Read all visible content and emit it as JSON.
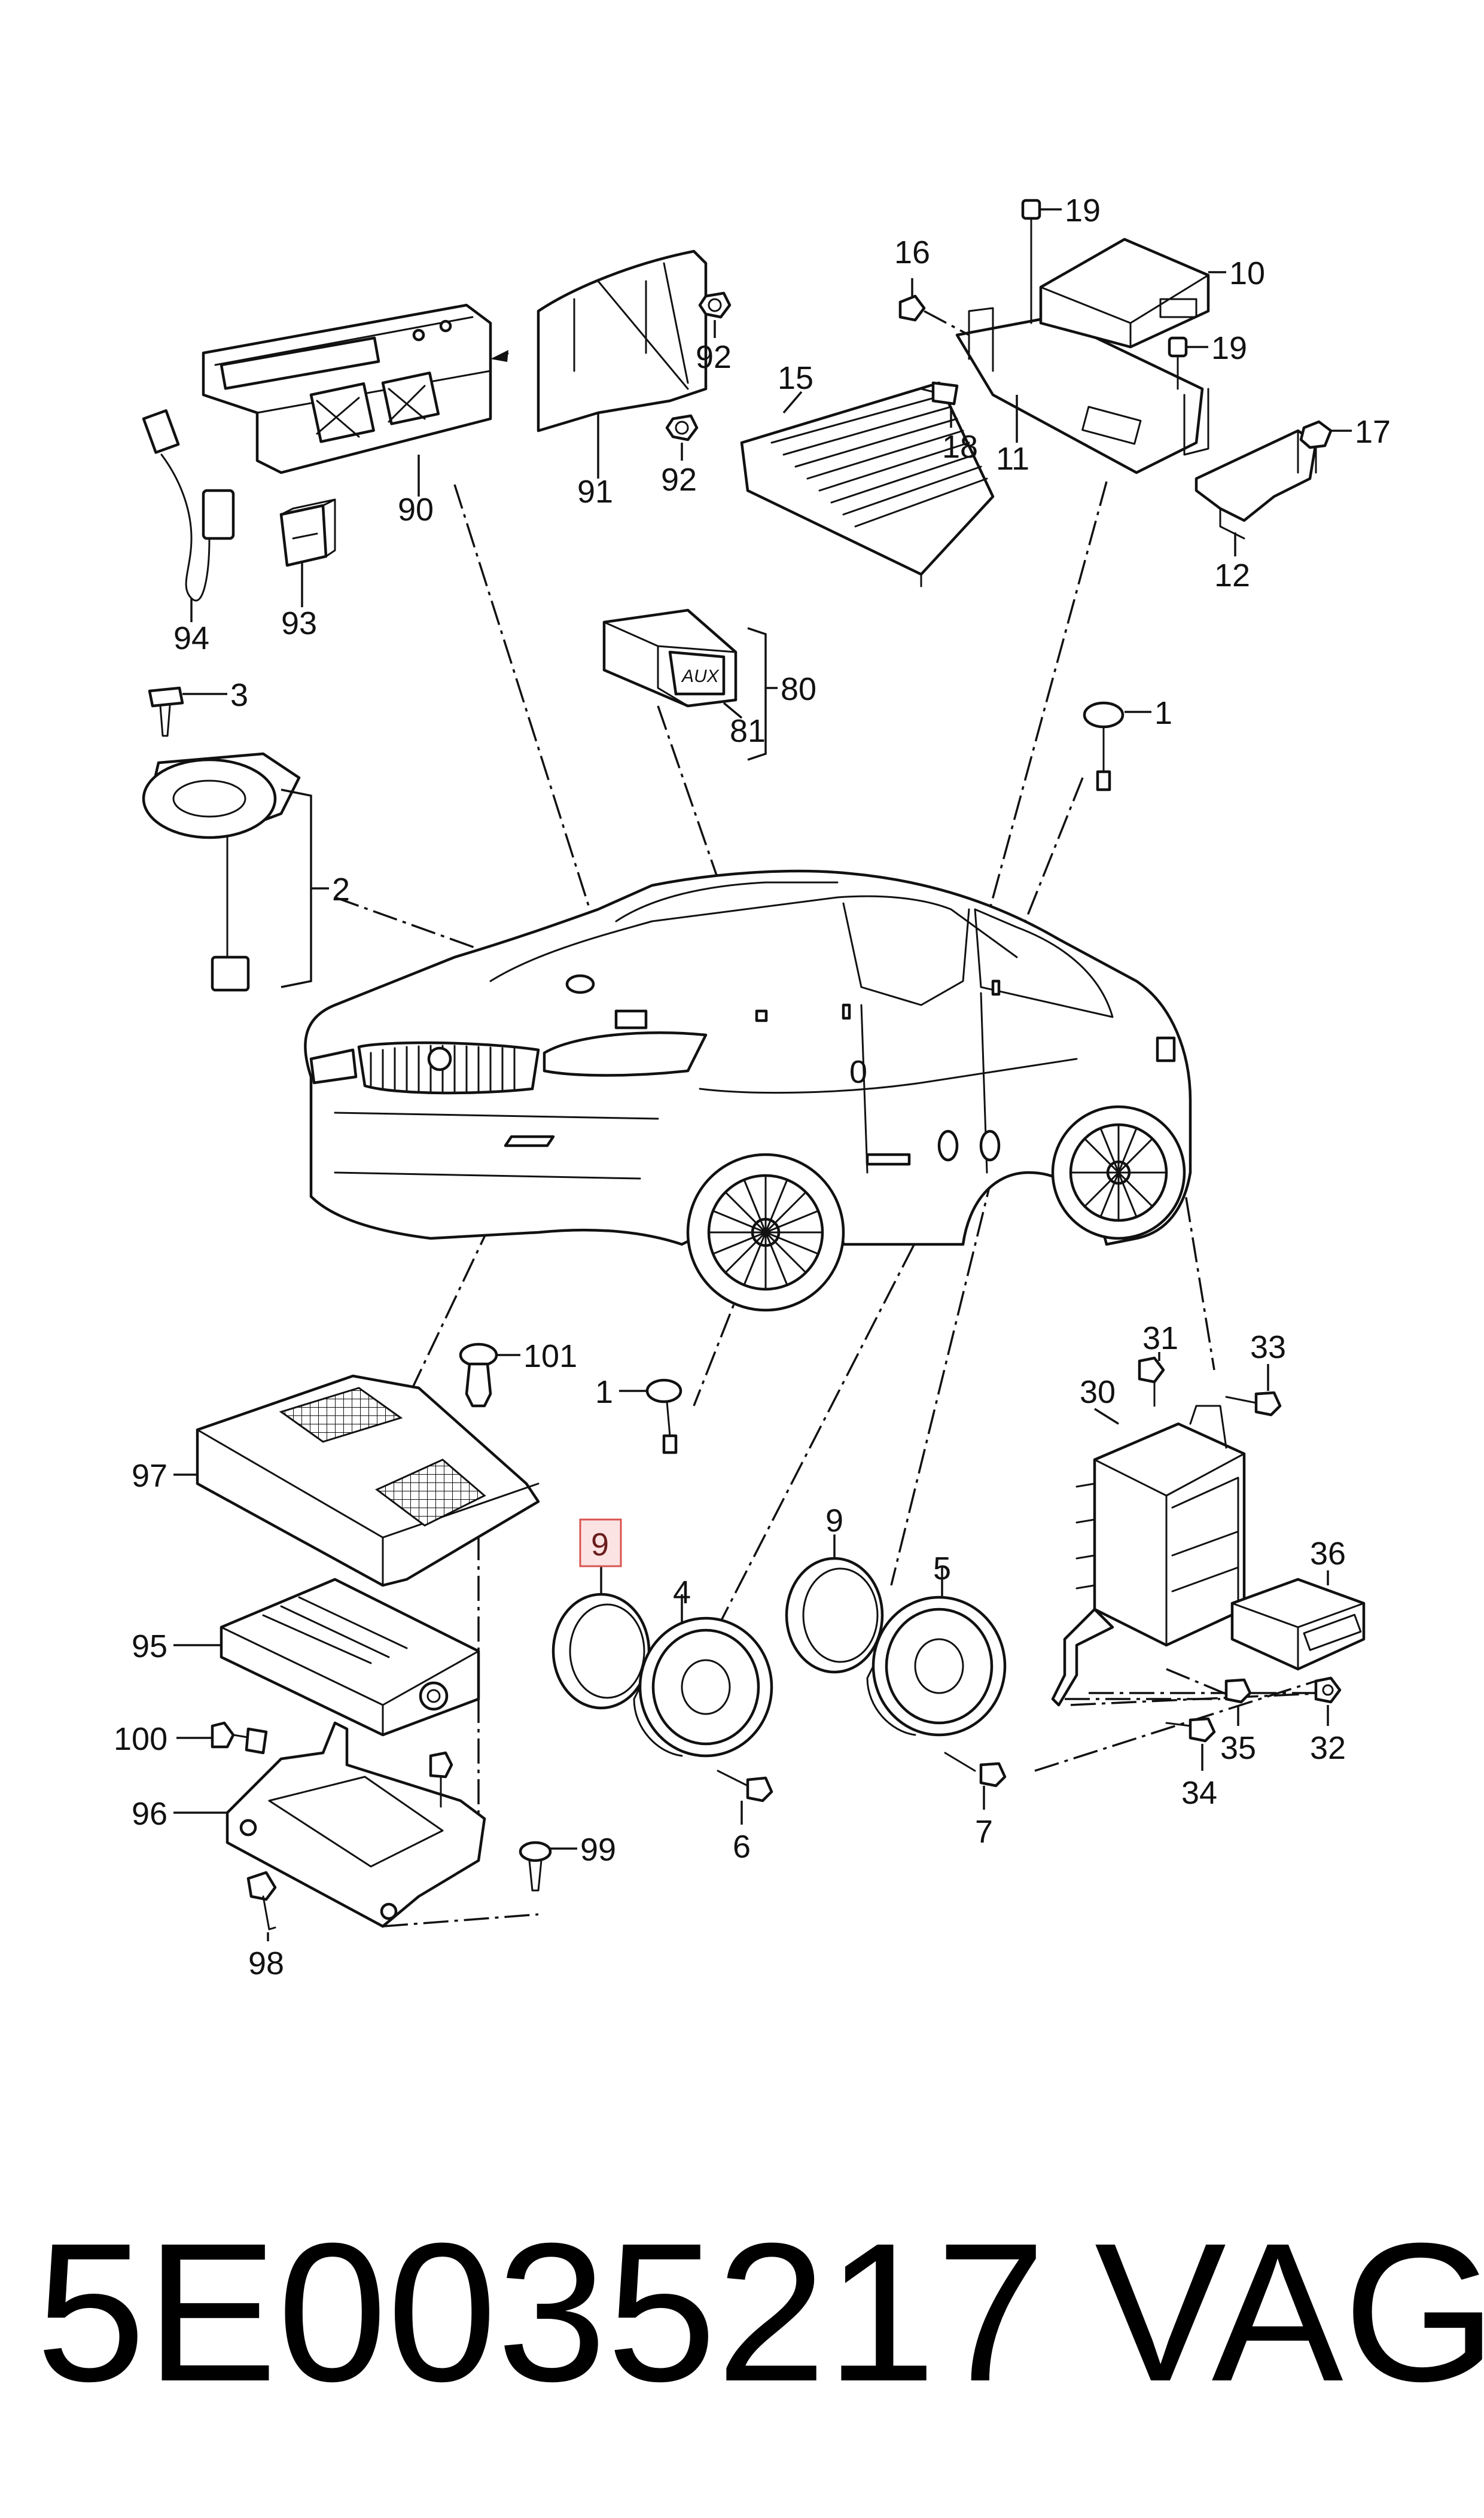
{
  "diagram": {
    "callouts": {
      "c90": "90",
      "c91": "91",
      "c92a": "92",
      "c92b": "92",
      "c93": "93",
      "c94": "94",
      "c15": "15",
      "c16": "16",
      "c18": "18",
      "c11": "11",
      "c19a": "19",
      "c19b": "19",
      "c10": "10",
      "c17": "17",
      "c12": "12",
      "c3": "3",
      "c2": "2",
      "c80": "80",
      "c81": "81",
      "c1a": "1",
      "c0": "0",
      "c101": "101",
      "c1b": "1",
      "c97": "97",
      "c95": "95",
      "c100": "100",
      "c96": "96",
      "c98": "98",
      "c99": "99",
      "c9a": "9",
      "c4": "4",
      "c6": "6",
      "c9b": "9",
      "c5": "5",
      "c7": "7",
      "c31": "31",
      "c33": "33",
      "c30": "30",
      "c36": "36",
      "c35": "35",
      "c32": "32",
      "c34": "34"
    },
    "aux_label": "AUX",
    "highlighted_callout": "c9a"
  },
  "footer": {
    "part_number": "5E0035217",
    "brand": "VAG"
  }
}
